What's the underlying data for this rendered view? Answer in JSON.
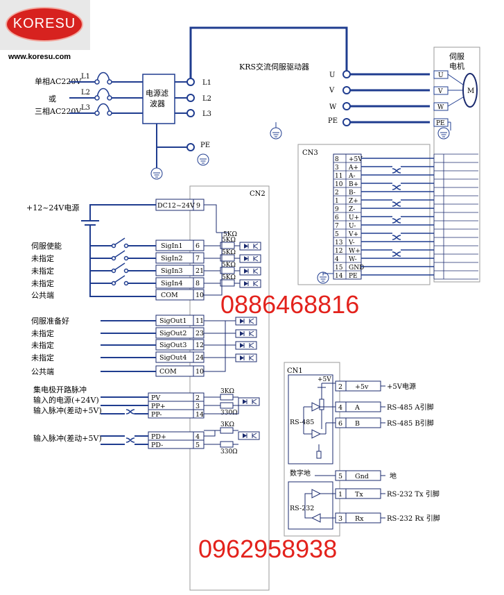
{
  "brand": {
    "logo_text": "KORESU",
    "website": "www.koresu.com",
    "logo_color": "#d7221f"
  },
  "phones": [
    "0886468816",
    "0962958938"
  ],
  "colors": {
    "wire_blue": "#1f3c8f",
    "wire_dark": "#1a2a6e",
    "box_border": "#9a9a9a",
    "phone_red": "#e3221c"
  },
  "power": {
    "inputs": [
      "单相AC220V",
      "或",
      "三相AC220V"
    ],
    "lines_in": [
      "L1",
      "L2",
      "L3"
    ],
    "filter_label": [
      "电源滤",
      "波器"
    ],
    "lines_out": [
      "L1",
      "L2",
      "L3"
    ],
    "pe": "PE"
  },
  "drive": {
    "title": "KRS交流伺服驱动器",
    "outputs": [
      "U",
      "V",
      "W",
      "PE"
    ]
  },
  "motor": {
    "title": [
      "伺服",
      "电机"
    ],
    "terminals": [
      "U",
      "V",
      "W",
      "PE"
    ],
    "symbol": "M"
  },
  "cn3": {
    "label": "CN3",
    "pins": [
      {
        "num": "8",
        "name": "+5V"
      },
      {
        "num": "3",
        "name": "A+"
      },
      {
        "num": "11",
        "name": "A-"
      },
      {
        "num": "10",
        "name": "B+"
      },
      {
        "num": "2",
        "name": "B-"
      },
      {
        "num": "1",
        "name": "Z+"
      },
      {
        "num": "9",
        "name": "Z-"
      },
      {
        "num": "6",
        "name": "U+"
      },
      {
        "num": "7",
        "name": "U-"
      },
      {
        "num": "5",
        "name": "V+"
      },
      {
        "num": "13",
        "name": "V-"
      },
      {
        "num": "12",
        "name": "W+"
      },
      {
        "num": "4",
        "name": "W-"
      },
      {
        "num": "15",
        "name": "GND"
      },
      {
        "num": "14",
        "name": "PE"
      }
    ]
  },
  "cn2": {
    "label": "CN2",
    "supply_label": "+12~24V电源",
    "dc_label": "DC12~24V",
    "dc_pin": "9",
    "resistor": "5KΩ",
    "inputs": [
      {
        "desc": "伺服使能",
        "name": "SigIn1",
        "pin": "6"
      },
      {
        "desc": "未指定",
        "name": "SigIn2",
        "pin": "7"
      },
      {
        "desc": "未指定",
        "name": "SigIn3",
        "pin": "21"
      },
      {
        "desc": "未指定",
        "name": "SigIn4",
        "pin": "8"
      },
      {
        "desc": "公共端",
        "name": "COM",
        "pin": "10"
      }
    ],
    "outputs": [
      {
        "desc": "伺服准备好",
        "name": "SigOut1",
        "pin": "11"
      },
      {
        "desc": "未指定",
        "name": "SigOut2",
        "pin": "23"
      },
      {
        "desc": "未指定",
        "name": "SigOut3",
        "pin": "12"
      },
      {
        "desc": "未指定",
        "name": "SigOut4",
        "pin": "24"
      },
      {
        "desc": "公共端",
        "name": "COM",
        "pin": "10"
      }
    ],
    "pulse_labels": [
      "集电极开路脉冲",
      "输入的电源(+24V)",
      "输入脉冲(差动+5V)",
      "输入脉冲(差动+5V)"
    ],
    "pulse_pins": [
      {
        "name": "PV",
        "pin": "2"
      },
      {
        "name": "PP+",
        "pin": "3"
      },
      {
        "name": "PP-",
        "pin": "14"
      },
      {
        "name": "PD+",
        "pin": "4"
      },
      {
        "name": "PD-",
        "pin": "5"
      }
    ],
    "pulse_resistors": [
      "3KΩ",
      "330Ω",
      "3KΩ",
      "330Ω"
    ]
  },
  "cn1": {
    "label": "CN1",
    "v5": "+5V",
    "rs485": "RS-485",
    "rs232": "RS-232",
    "digital_ground": "数字地",
    "pins": [
      {
        "num": "2",
        "name": "+5v",
        "desc": "+5V电源"
      },
      {
        "num": "4",
        "name": "A",
        "desc": "RS-485 A引脚"
      },
      {
        "num": "6",
        "name": "B",
        "desc": "RS-485 B引脚"
      },
      {
        "num": "5",
        "name": "Gnd",
        "desc": "地"
      },
      {
        "num": "1",
        "name": "Tx",
        "desc": "RS-232 Tx 引脚"
      },
      {
        "num": "3",
        "name": "Rx",
        "desc": "RS-232 Rx 引脚"
      }
    ]
  }
}
